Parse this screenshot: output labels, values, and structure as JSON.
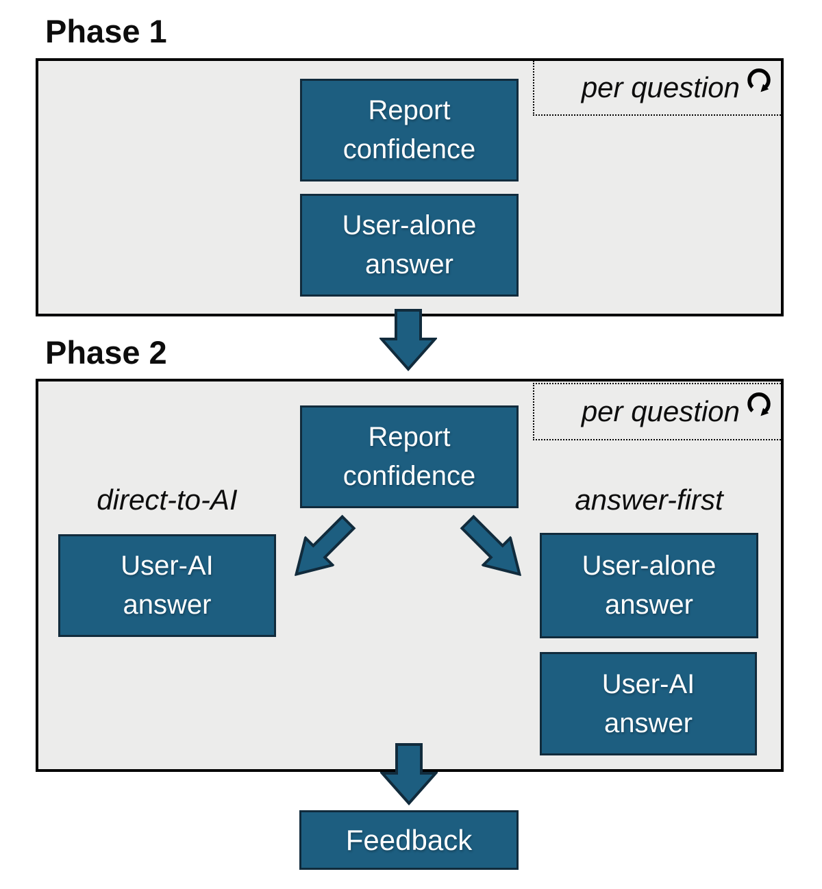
{
  "colors": {
    "box_fill": "#1d5e80",
    "box_border": "#112b3c",
    "panel_bg": "#ececeb",
    "panel_border": "#000000",
    "text_light": "#ffffff",
    "text_dark": "#0d0d0d"
  },
  "phase1": {
    "title": "Phase 1",
    "per_question": "per question",
    "boxes": {
      "report_confidence": "Report confidence",
      "user_alone_answer": "User-alone answer"
    }
  },
  "phase2": {
    "title": "Phase 2",
    "per_question": "per question",
    "branches": {
      "left_label": "direct-to-AI",
      "right_label": "answer-first"
    },
    "boxes": {
      "report_confidence": "Report confidence",
      "user_ai_answer_left": "User-AI answer",
      "user_alone_answer_right": "User-alone answer",
      "user_ai_answer_right": "User-AI answer"
    }
  },
  "feedback": {
    "label": "Feedback"
  }
}
